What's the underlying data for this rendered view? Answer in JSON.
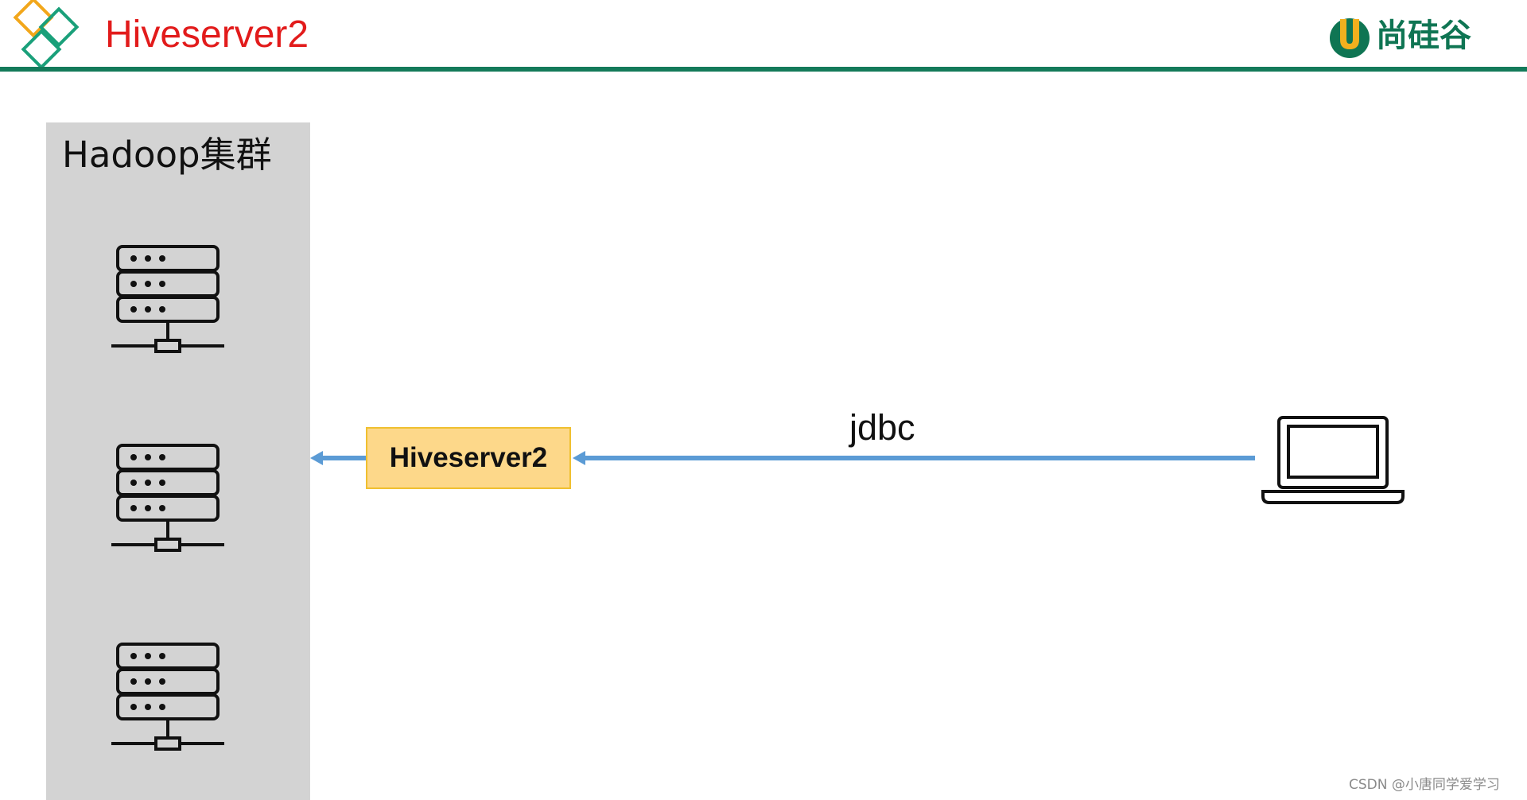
{
  "header": {
    "title": "Hiveserver2",
    "brand": "尚硅谷",
    "brand_color": "#0f7553",
    "title_color": "#e21b1b",
    "rule_color": "#137a5a"
  },
  "diagram": {
    "cluster": {
      "title": "Hadoop集群",
      "nodes": [
        {
          "icon": "server-rack-icon"
        },
        {
          "icon": "server-rack-icon"
        },
        {
          "icon": "server-rack-icon"
        }
      ],
      "panel_color": "#d3d3d3"
    },
    "service": {
      "label": "Hiveserver2",
      "fill": "#fdd88a",
      "border": "#f0c030"
    },
    "connection": {
      "label": "jdbc",
      "arrow_color": "#5b9bd5"
    },
    "client": {
      "icon": "laptop-icon"
    }
  },
  "watermark": "CSDN @小唐同学爱学习"
}
